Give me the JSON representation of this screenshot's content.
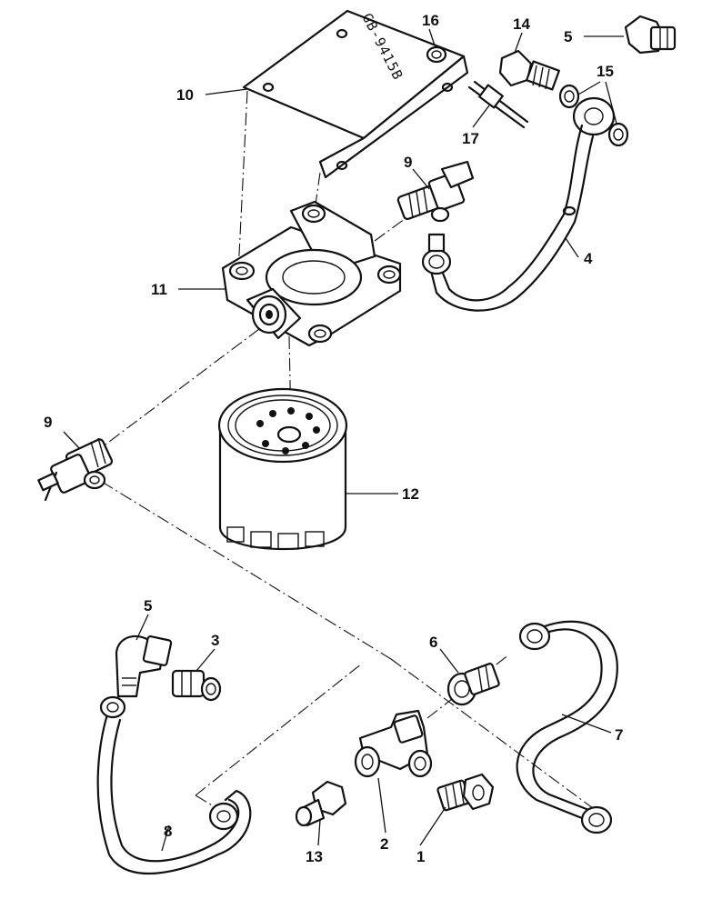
{
  "stamp_code": "GB-9415B",
  "callouts": [
    {
      "id": "c1",
      "label": "1"
    },
    {
      "id": "c2",
      "label": "2"
    },
    {
      "id": "c3",
      "label": "3"
    },
    {
      "id": "c4",
      "label": "4"
    },
    {
      "id": "c5a",
      "label": "5"
    },
    {
      "id": "c5b",
      "label": "5"
    },
    {
      "id": "c6",
      "label": "6"
    },
    {
      "id": "c7",
      "label": "7"
    },
    {
      "id": "c8",
      "label": "8"
    },
    {
      "id": "c9a",
      "label": "9"
    },
    {
      "id": "c9b",
      "label": "9"
    },
    {
      "id": "c10",
      "label": "10"
    },
    {
      "id": "c11",
      "label": "11"
    },
    {
      "id": "c12",
      "label": "12"
    },
    {
      "id": "c13",
      "label": "13"
    },
    {
      "id": "c14",
      "label": "14"
    },
    {
      "id": "c15",
      "label": "15"
    },
    {
      "id": "c16",
      "label": "16"
    },
    {
      "id": "c17",
      "label": "17"
    }
  ]
}
